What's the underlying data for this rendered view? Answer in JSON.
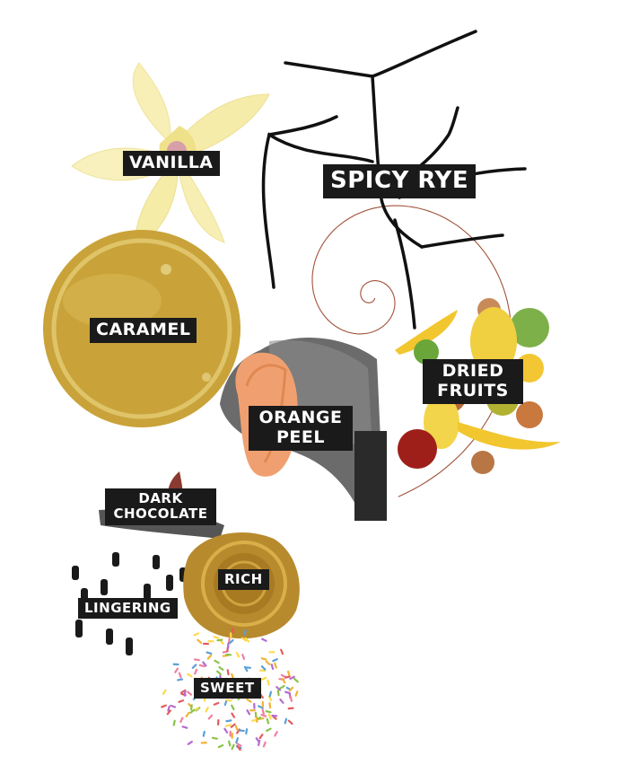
{
  "labels": {
    "vanilla": "VANILLA",
    "spicy_rye": "SPICY RYE",
    "caramel": "CARAMEL",
    "dried_fruits": "DRIED\nFRUITS",
    "orange_peel": "ORANGE\nPEEL",
    "dark_chocolate": "DARK\nCHOCOLATE",
    "rich": "RICH",
    "lingering": "LINGERING",
    "sweet": "SWEET"
  },
  "icons": {
    "vanilla": "vanilla-flower-icon",
    "spicy_rye": "rye-grass-icon",
    "caramel": "caramel-disc-icon",
    "dried_fruits": "fruit-pile-icon",
    "orange_peel": "hand-squeezing-orange-icon",
    "dark_chocolate": "chocolate-hand-icon",
    "rich": "gold-coin-icon",
    "lingering": "drips-icon",
    "sweet": "sprinkles-icon"
  },
  "colors": {
    "spiral": "#a0523a",
    "caramel": "#c9a33a",
    "label_bg": "#1a1a1a",
    "label_text": "#ffffff",
    "orange": "#f0a070",
    "gold": "#b88a2e"
  }
}
